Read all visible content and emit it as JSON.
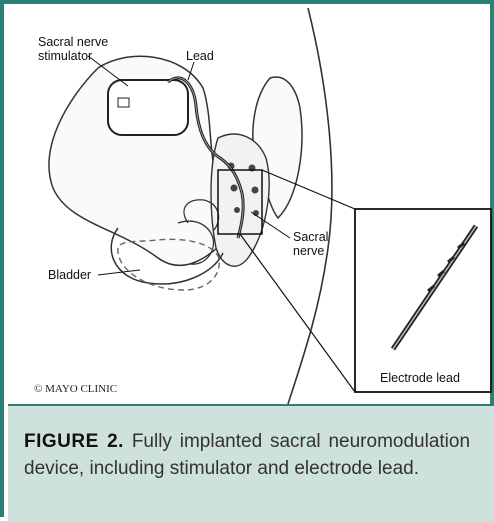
{
  "illustration": {
    "labels": {
      "stimulator": [
        "Sacral nerve",
        "stimulator"
      ],
      "lead": "Lead",
      "bladder": "Bladder",
      "sacral_nerve": [
        "Sacral",
        "nerve"
      ],
      "electrode_lead": "Electrode lead"
    },
    "copyright": "© MAYO CLINIC"
  },
  "caption": {
    "label": "FIGURE 2.",
    "text": "Fully implanted sacral neuromodulation device, including stimulator and electrode lead."
  },
  "colors": {
    "border": "#2e7f78",
    "caption_bg": "#cfe1dc"
  }
}
